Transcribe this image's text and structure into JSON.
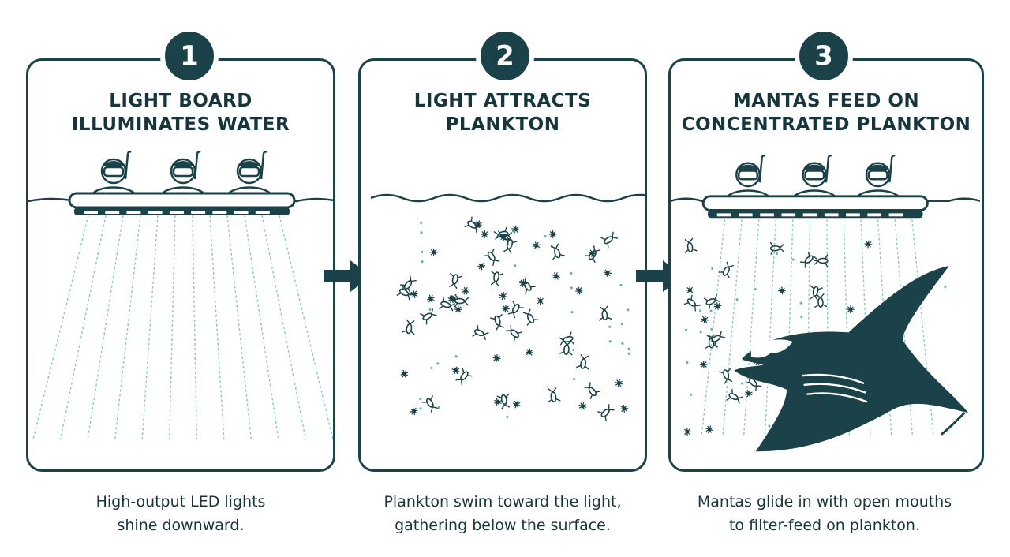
{
  "steps": [
    {
      "number": "1",
      "title_lines": [
        "LIGHT BOARD",
        "ILLUMINATES WATER"
      ],
      "caption_lines": [
        "High-output LED lights",
        "shine downward."
      ]
    },
    {
      "number": "2",
      "title_lines": [
        "LIGHT ATTRACTS",
        "PLANKTON"
      ],
      "caption_lines": [
        "Plankton swim toward the light,",
        "gathering below the surface."
      ]
    },
    {
      "number": "3",
      "title_lines": [
        "MANTAS FEED ON",
        "CONCENTRATED PLANKTON"
      ],
      "caption_lines": [
        "Mantas glide in with open mouths",
        "to filter-feed on plankton."
      ]
    }
  ],
  "colors": {
    "primary": "#1a4248",
    "light_beam": "#5fb6b0",
    "background": "#ffffff"
  },
  "icons": [
    "step-arrow-icon",
    "snorkeler-icon",
    "light-board-icon",
    "plankton-icon",
    "manta-ray-icon",
    "light-beam-icon"
  ]
}
